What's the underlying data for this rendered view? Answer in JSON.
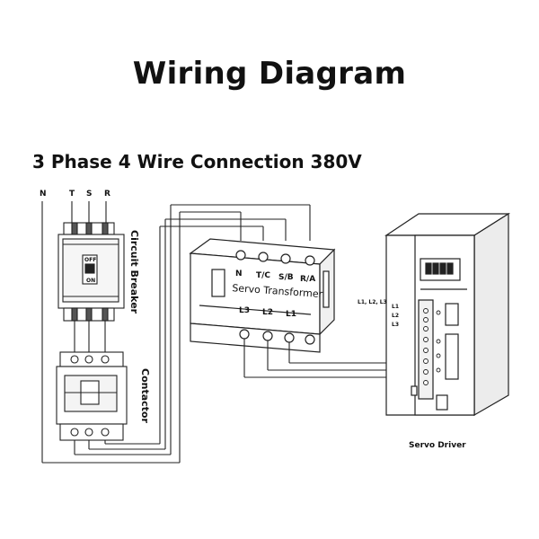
{
  "title": "Wiring Diagram",
  "subtitle": "3 Phase 4 Wire Connection 380V",
  "phases": {
    "n": "N",
    "t": "T",
    "s": "S",
    "r": "R"
  },
  "circuit_breaker": {
    "label": "Circuit Breaker",
    "switch_top": "OFF",
    "switch_bottom": "ON"
  },
  "contactor": {
    "label": "Contactor"
  },
  "transformer": {
    "label": "Servo Transformer",
    "inputs": [
      "N",
      "T/C",
      "S/B",
      "R/A"
    ],
    "outputs": [
      "L3",
      "L2",
      "L1"
    ]
  },
  "servo_driver": {
    "label": "Servo Driver",
    "input_group": "L1, L2, L3",
    "terminals": [
      "L1",
      "L2",
      "L3"
    ]
  }
}
